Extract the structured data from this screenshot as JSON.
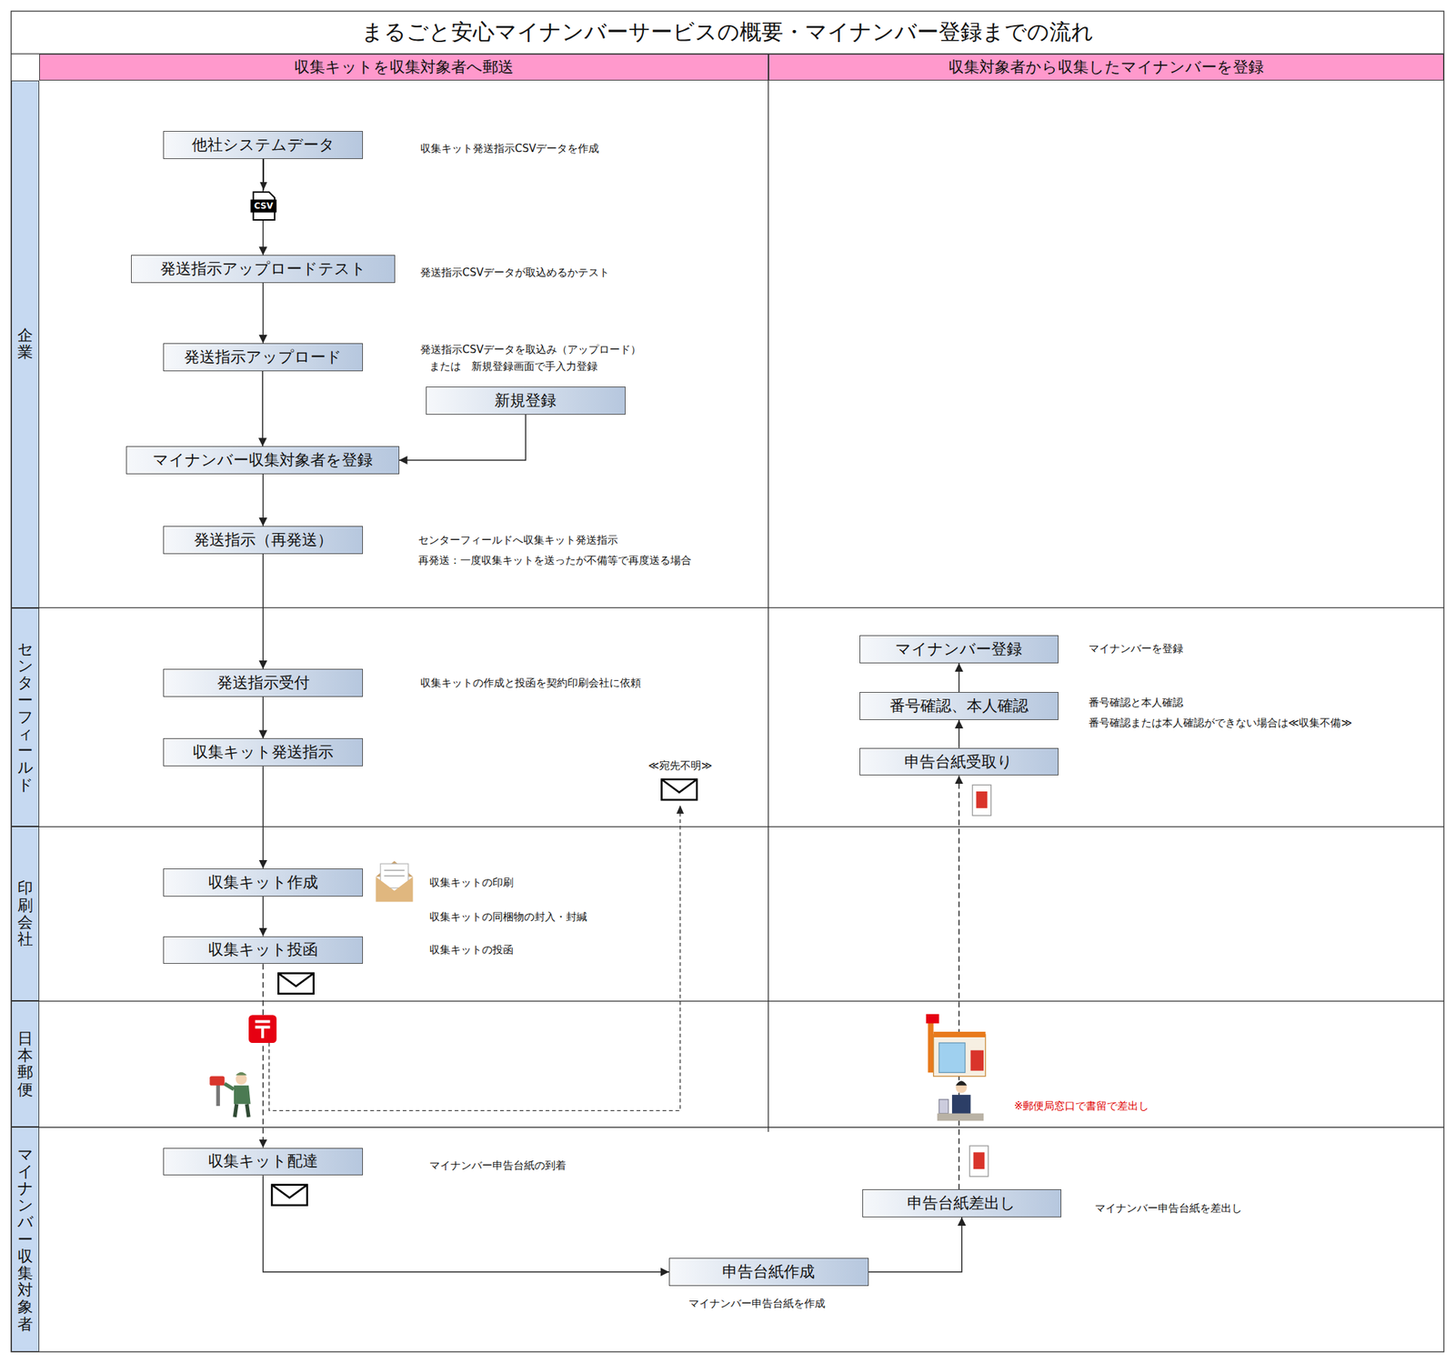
{
  "diagram": {
    "title": "まるごと安心マイナンバーサービスの概要・マイナンバー登録までの流れ",
    "nodes": [
      {
        "text": [
          "収集キットを収集対象者へ郵送"
        ]
      },
      {
        "text": [
          "収集対象者から収集したマイナンバーを登録"
        ]
      },
      {
        "text": [
          "企業"
        ]
      },
      {
        "text": [
          "センターフィールド"
        ]
      },
      {
        "text": [
          "印刷会社"
        ]
      },
      {
        "text": [
          "日本郵便"
        ]
      },
      {
        "text": [
          "マイナンバー収集対象者"
        ]
      },
      {
        "text": [
          "他社システムデータ"
        ]
      },
      {
        "text": [
          "発送指示アップロードテスト"
        ]
      },
      {
        "text": [
          "発送指示アップロード"
        ]
      },
      {
        "text": [
          "新規登録"
        ]
      },
      {
        "text": [
          "マイナンバー収集対象者を登録"
        ]
      },
      {
        "text": [
          "発送指示（再発送）"
        ]
      },
      {
        "text": [
          "発送指示受付"
        ]
      },
      {
        "text": [
          "収集キット発送指示"
        ]
      },
      {
        "text": [
          "収集キット作成"
        ]
      },
      {
        "text": [
          "収集キット投函"
        ]
      },
      {
        "text": [
          "収集キット配達"
        ]
      },
      {
        "text": [
          "申告台紙作成"
        ]
      },
      {
        "text": [
          "申告台紙差出し"
        ]
      },
      {
        "text": [
          "申告台紙受取り"
        ]
      },
      {
        "text": [
          "番号確認、本人確認"
        ]
      },
      {
        "text": [
          "マイナンバー登録"
        ]
      }
    ],
    "edges": [
      {
        "from": 7,
        "to": 8,
        "arrow": "to"
      },
      {
        "from": 8,
        "to": 9,
        "arrow": "to"
      },
      {
        "from": 9,
        "to": 11,
        "arrow": "to"
      },
      {
        "from": 10,
        "to": 11,
        "arrow": "to"
      },
      {
        "from": 11,
        "to": 12,
        "arrow": "to"
      },
      {
        "from": 12,
        "to": 13,
        "arrow": "to"
      },
      {
        "from": 13,
        "to": 14,
        "arrow": "to"
      },
      {
        "from": 14,
        "to": 15,
        "arrow": "to"
      },
      {
        "from": 15,
        "to": 16,
        "arrow": "to"
      },
      {
        "from": 16,
        "to": 17,
        "arrow": "to"
      },
      {
        "from": 17,
        "to": 18,
        "arrow": "to"
      },
      {
        "from": 18,
        "to": 19,
        "arrow": "to"
      },
      {
        "from": 19,
        "to": 20,
        "arrow": "to"
      },
      {
        "from": 20,
        "to": 21,
        "arrow": "to"
      },
      {
        "from": 21,
        "to": 22,
        "arrow": "to"
      }
    ],
    "labels": [
      "CSV",
      "収集キット発送指示CSVデータを作成",
      "発送指示CSVデータが取込めるかテスト",
      "発送指示CSVデータを取込み（アップロード）",
      "または　新規登録画面で手入力登録",
      "センターフィールドへ収集キット発送指示",
      "再発送：一度収集キットを送ったが不備等で再度送る場合",
      "収集キットの作成と投函を契約印刷会社に依頼",
      "≪宛先不明≫",
      "収集キットの印刷",
      "収集キットの同梱物の封入・封緘",
      "収集キットの投函",
      "マイナンバー申告台紙の到着",
      "マイナンバー申告台紙を作成",
      "マイナンバー申告台紙を差出し",
      "※郵便局窓口で書留で差出し",
      "マイナンバーを登録",
      "番号確認と本人確認",
      "番号確認または本人確認ができない場合は≪収集不備≫"
    ]
  }
}
